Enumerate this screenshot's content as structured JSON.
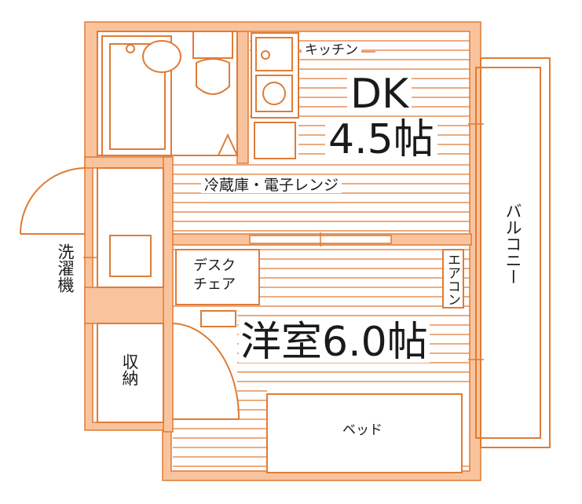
{
  "rooms": {
    "kitchen": "キッチン",
    "dk_name": "DK",
    "dk_size": "4.5帖",
    "fridge": "冷蔵庫・電子レンジ",
    "desk": "デスク",
    "chair": "チェア",
    "aircon": "エアコン",
    "western_room": "洋室6.0帖",
    "bed": "ベッド",
    "storage": "収納",
    "washer": "洗濯機",
    "balcony": "バルコニー"
  },
  "colors": {
    "wall_fill": "#f9c49d",
    "line": "#e07b36",
    "text": "#1a1a1a"
  }
}
